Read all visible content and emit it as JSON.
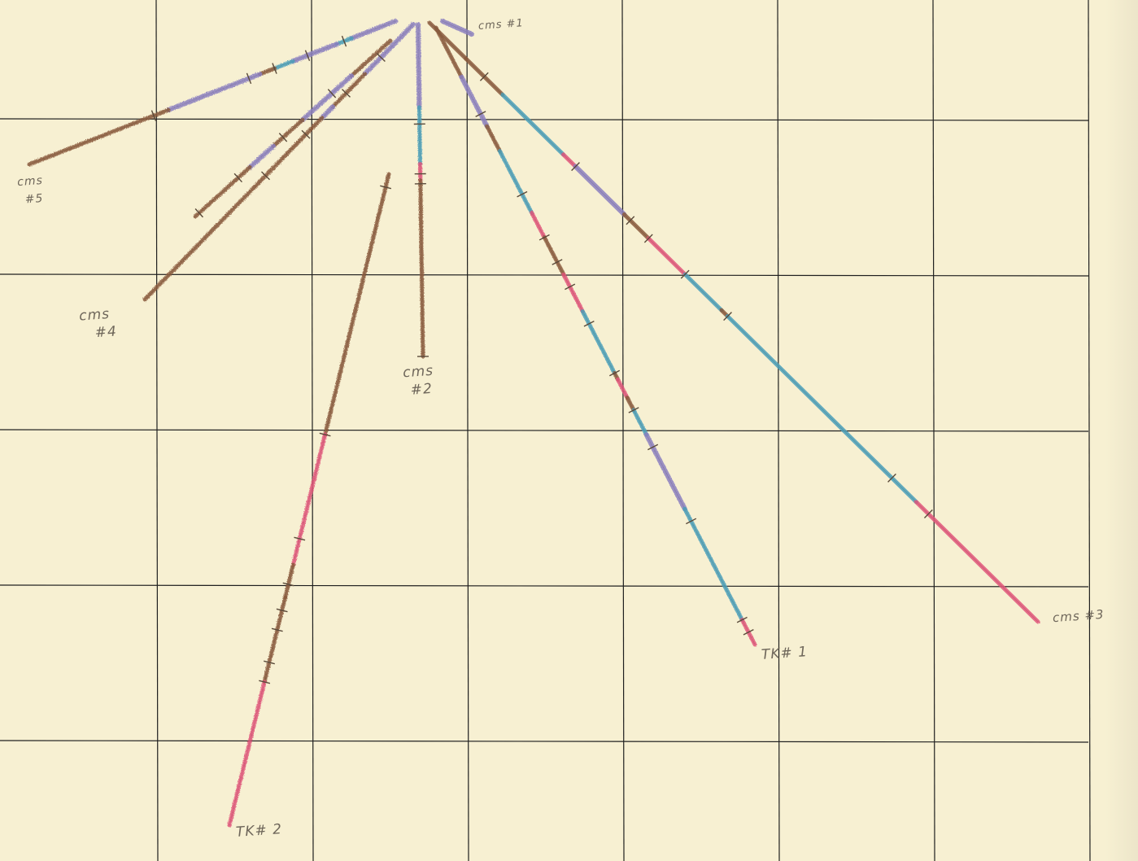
{
  "colors": {
    "paper": "#f7f0d2",
    "grid": "#1f1f1f",
    "brown": "#8a5a3c",
    "blue": "#4a9fb8",
    "purple": "#8b7fc0",
    "pink": "#e0557a",
    "pencil": "#6e665a"
  },
  "labels": {
    "cms1": "cms #1",
    "cms2_top": "cms",
    "cms2_bottom": "#2",
    "cms3": "cms #3",
    "cms4_top": "cms",
    "cms4_bottom": "#4",
    "cms5_top": "cms",
    "cms5_bottom": "#5",
    "tk1": "TK# 1",
    "tk2": "TK# 2"
  },
  "core_segments": [
    {
      "name": "cms-1",
      "colors": [
        "purple"
      ]
    },
    {
      "name": "cms-5",
      "colors": [
        "brown",
        "purple",
        "blue"
      ]
    },
    {
      "name": "cms-4",
      "colors": [
        "brown",
        "purple"
      ]
    },
    {
      "name": "unlabeled-short-core",
      "colors": [
        "brown",
        "purple"
      ]
    },
    {
      "name": "cms-2",
      "colors": [
        "brown",
        "pink",
        "blue",
        "purple"
      ]
    },
    {
      "name": "tk-2",
      "colors": [
        "pink",
        "brown",
        "purple"
      ]
    },
    {
      "name": "tk-1",
      "colors": [
        "blue",
        "purple",
        "pink",
        "brown"
      ]
    },
    {
      "name": "cms-3",
      "colors": [
        "blue",
        "purple",
        "pink",
        "brown"
      ]
    }
  ]
}
